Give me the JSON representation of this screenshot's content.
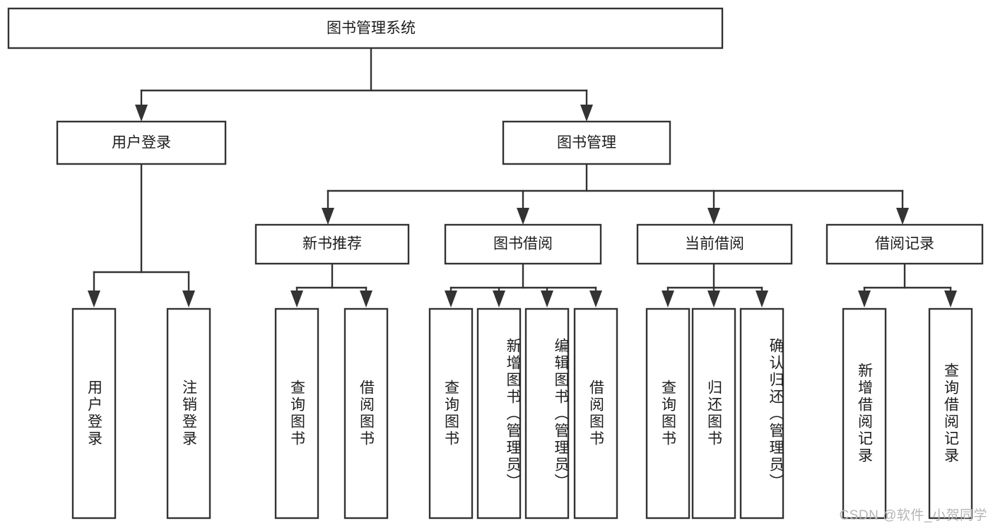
{
  "diagram": {
    "title": "图书管理系统",
    "type": "tree-hierarchy-diagram",
    "background_color": "#ffffff",
    "line_color": "#333333",
    "text_color": "#1d1d1d"
  },
  "nodes": {
    "root": {
      "label": "图书管理系统"
    },
    "level1": [
      {
        "id": "user-login",
        "label": "用户登录"
      },
      {
        "id": "book-management",
        "label": "图书管理"
      }
    ],
    "level2": [
      {
        "id": "new-book-recommend",
        "label": "新书推荐"
      },
      {
        "id": "book-borrow",
        "label": "图书借阅"
      },
      {
        "id": "current-borrow",
        "label": "当前借阅"
      },
      {
        "id": "borrow-record",
        "label": "借阅记录"
      }
    ],
    "leaves": {
      "user_login": [
        {
          "id": "leaf-user-login",
          "label": "用户登录"
        },
        {
          "id": "leaf-logout-login",
          "label": "注销登录"
        }
      ],
      "new_book_recommend": [
        {
          "id": "leaf-query-book-1",
          "label": "查询图书"
        },
        {
          "id": "leaf-borrow-book-1",
          "label": "借阅图书"
        }
      ],
      "book_borrow": [
        {
          "id": "leaf-query-book-2",
          "label": "查询图书"
        },
        {
          "id": "leaf-add-book",
          "label": "新增图书（管理员）"
        },
        {
          "id": "leaf-edit-book",
          "label": "编辑图书（管理员）"
        },
        {
          "id": "leaf-borrow-book-2",
          "label": "借阅图书"
        }
      ],
      "current_borrow": [
        {
          "id": "leaf-query-book-3",
          "label": "查询图书"
        },
        {
          "id": "leaf-return-book",
          "label": "归还图书"
        },
        {
          "id": "leaf-confirm-return",
          "label": "确认归还（管理员）"
        }
      ],
      "borrow_record": [
        {
          "id": "leaf-add-record",
          "label": "新增借阅记录"
        },
        {
          "id": "leaf-query-record",
          "label": "查询借阅记录"
        }
      ]
    }
  },
  "watermark": {
    "text": "CSDN @软件_小贺同学"
  }
}
